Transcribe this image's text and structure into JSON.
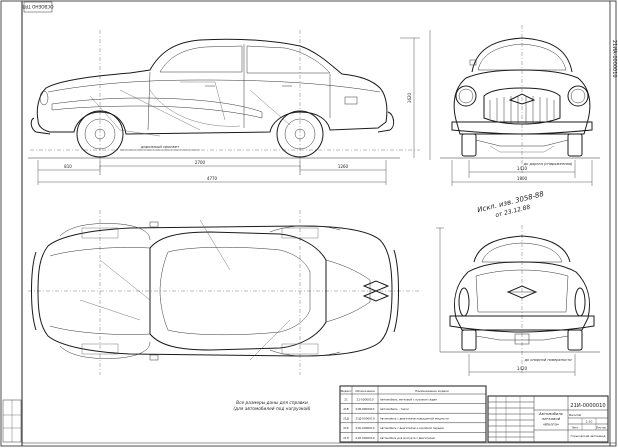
{
  "header": {
    "sheet_code_rotated": "21ИА-0000010",
    "top_left_stamp": "ОСВОЕНО ТРП"
  },
  "notes": {
    "revision_line1": "Искл. изв. 3058-88",
    "revision_line2": "от 23.12.88",
    "side_note_line1": "Все размеры даны для справки",
    "side_note_line2": "(для автомобилей под нагрузкой)"
  },
  "dimensions": {
    "wheelbase": "2700",
    "overall_length": "4770",
    "front_overhang": "810",
    "rear_overhang": "1260",
    "height": "1620",
    "track_front": "1410",
    "overall_width": "1800",
    "track_rear": "1420",
    "ground_clearance_label": "дорожный просвет",
    "front_clearance_label": "до дороги (снаряженная)",
    "rear_clearance_label": "до опорной поверхности"
  },
  "revision_table": {
    "headers": [
      "Индекс",
      "Обозначение",
      "Наименование модели"
    ],
    "rows": [
      [
        "21",
        "21-0000010",
        "Автомобиль легковой с кузовом седан"
      ],
      [
        "21В",
        "21В-0000010",
        "Автомобиль - такси"
      ],
      [
        "21Д",
        "21Д-0000010",
        "Автомобиль с двигателем повышенной мощности"
      ],
      [
        "21К",
        "21К-0000010",
        "Автомобиль с двигателем и коробкой передач"
      ],
      [
        "21Н",
        "21Н-0000010",
        "Автомобиль для экспорта с двигателем"
      ]
    ]
  },
  "title_block": {
    "title_line1": "Автомобиль",
    "title_line2": "легковой",
    "title_line3": "«Волга»",
    "document_number": "21И-0000010",
    "company": "Горьковский автозавод",
    "scale_label": "Масштаб",
    "scale_value": "1:10",
    "sheet_label": "Лист",
    "sheets_label": "Листов"
  }
}
